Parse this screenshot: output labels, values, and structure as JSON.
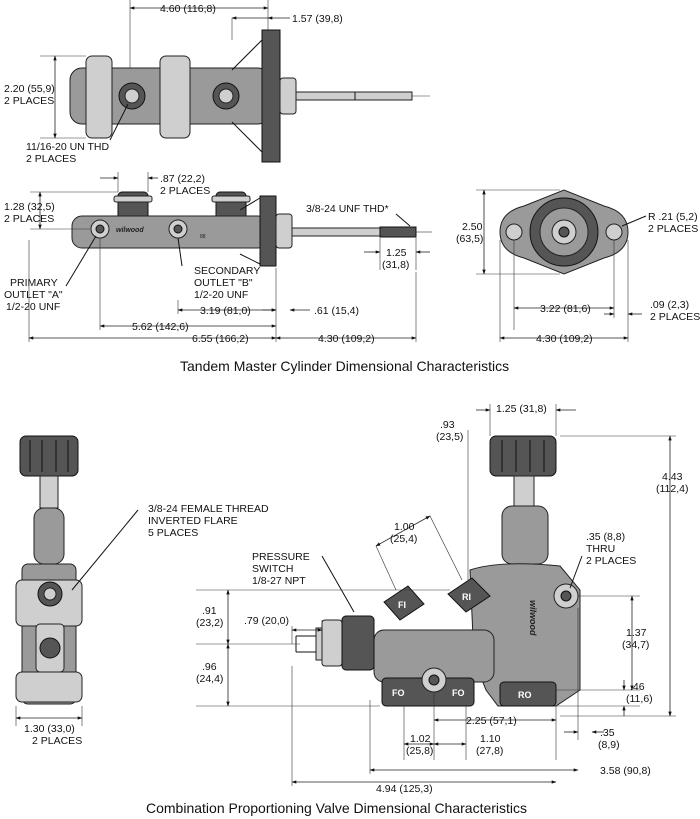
{
  "top": {
    "title": "Tandem Master Cylinder Dimensional Characteristics",
    "plan_view": {
      "overall_to_flange": "4.60 (116,8)",
      "flange_to_pushrod": "1.57 (39,8)",
      "height_line1": "2.20 (55,9)",
      "height_line2": "2 PLACES",
      "thread_line1": "11/16-20 UN THD",
      "thread_line2": "2 PLACES"
    },
    "side_view": {
      "res_width_line1": ".87 (22,2)",
      "res_width_line2": "2 PLACES",
      "outlet_height_line1": "1.28 (32,5)",
      "outlet_height_line2": "2 PLACES",
      "pushrod_thread": "3/8-24 UNF THD*",
      "pushrod_len_line1": "1.25",
      "pushrod_len_line2": "(31,8)",
      "primary_line1": "PRIMARY",
      "primary_line2": "OUTLET \"A\"",
      "primary_line3": "1/2-20 UNF",
      "secondary_line1": "SECONDARY",
      "secondary_line2": "OUTLET \"B\"",
      "secondary_line3": "1/2-20 UNF",
      "dim_319": "3.19 (81,0)",
      "dim_61": ".61 (15,4)",
      "dim_562": "5.62 (142,6)",
      "dim_655": "6.55 (166,2)",
      "dim_430": "4.30 (109,2)",
      "brand_mark": "wilwood",
      "body_number": "88"
    },
    "end_view": {
      "height_line1": "2.50",
      "height_line2": "(63,5)",
      "radius_line1": "R .21 (5,2)",
      "radius_line2": "2 PLACES",
      "bolt_spacing": "3.22 (81,6)",
      "offset_line1": ".09 (2,3)",
      "offset_line2": "2 PLACES",
      "width": "4.30 (109,2)"
    }
  },
  "bottom": {
    "title": "Combination Proportioning Valve Dimensional Characteristics",
    "front_view": {
      "thread_line1": "3/8-24 FEMALE THREAD",
      "thread_line2": "INVERTED FLARE",
      "thread_line3": "5 PLACES",
      "width_line1": "1.30 (33,0)",
      "width_line2": "2 PLACES"
    },
    "side_view": {
      "dim_93_line1": ".93",
      "dim_93_line2": "(23,5)",
      "dim_125": "1.25 (31,8)",
      "dim_443_line1": "4.43",
      "dim_443_line2": "(112,4)",
      "dim_100_line1": "1.00",
      "dim_100_line2": "(25,4)",
      "switch_line1": "PRESSURE",
      "switch_line2": "SWITCH",
      "switch_line3": "1/8-27 NPT",
      "thru_line1": ".35 (8,8)",
      "thru_line2": "THRU",
      "thru_line3": "2 PLACES",
      "dim_91_line1": ".91",
      "dim_91_line2": "(23,2)",
      "dim_79": ".79 (20,0)",
      "dim_137_line1": "1.37",
      "dim_137_line2": "(34,7)",
      "dim_96_line1": ".96",
      "dim_96_line2": "(24,4)",
      "dim_46_line1": ".46",
      "dim_46_line2": "(11,6)",
      "dim_225": "2.25 (57,1)",
      "dim_35_line1": ".35",
      "dim_35_line2": "(8,9)",
      "dim_102_line1": "1.02",
      "dim_102_line2": "(25,8)",
      "dim_110_line1": "1.10",
      "dim_110_line2": "(27,8)",
      "dim_358": "3.58 (90,8)",
      "dim_494": "4.94 (125,3)",
      "port_fo1": "FO",
      "port_fo2": "FO",
      "port_ro": "RO",
      "port_fi": "FI",
      "port_ri": "RI",
      "brand_mark": "wilwood"
    }
  }
}
